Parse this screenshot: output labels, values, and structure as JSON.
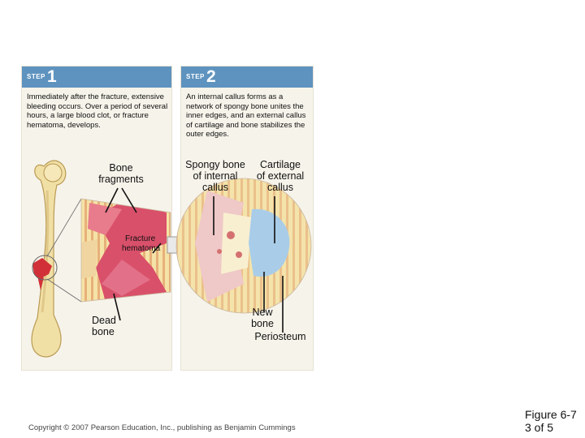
{
  "steps": [
    {
      "word": "STEP",
      "number": "1",
      "text": "Immediately after the fracture, extensive bleeding occurs. Over a period of several hours, a large blood clot, or fracture hematoma, develops."
    },
    {
      "word": "STEP",
      "number": "2",
      "text": "An internal callus forms as a network of spongy bone unites the inner edges, and an external callus of cartilage and bone stabilizes the outer edges."
    }
  ],
  "labels": {
    "bone_fragments": [
      "Bone",
      "fragments"
    ],
    "fracture_hematoma": [
      "Fracture",
      "hematoma"
    ],
    "dead_bone": [
      "Dead",
      "bone"
    ],
    "spongy_bone": [
      "Spongy bone",
      "of internal",
      "callus"
    ],
    "cartilage": [
      "Cartilage",
      "of external",
      "callus"
    ],
    "new_bone": [
      "New",
      "bone"
    ],
    "periosteum": "Periosteum"
  },
  "footer": {
    "copyright": "Copyright © 2007 Pearson Education, Inc., publishing as Benjamin Cummings",
    "figure": "Figure 6-7",
    "page": "3 of 5"
  },
  "colors": {
    "step_bar": "#5e93bf",
    "panel": "#f6f3ea",
    "blood": "#d03040",
    "bone": "#f3e2a9",
    "cartilage": "#a9cde8"
  }
}
